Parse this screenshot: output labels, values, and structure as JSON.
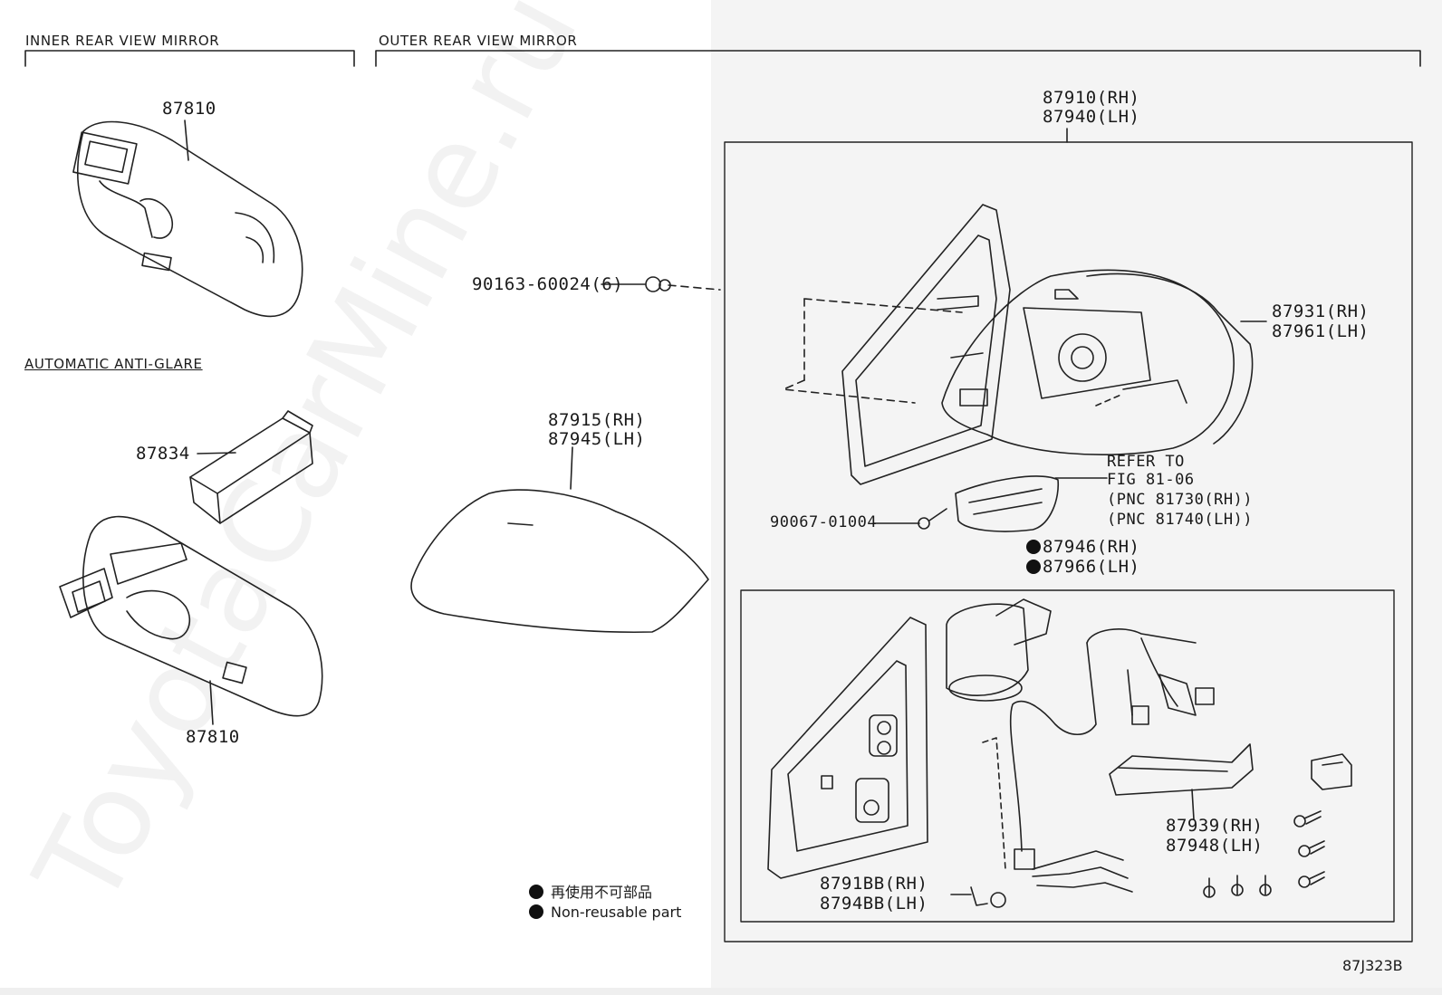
{
  "sections": {
    "inner": "INNER REAR VIEW MIRROR",
    "outer": "OUTER REAR VIEW MIRROR",
    "auto": "AUTOMATIC ANTI-GLARE"
  },
  "watermark": "ToyotaCarMine.ru",
  "parts": {
    "p87810a": "87810",
    "p87810b": "87810",
    "p87834": "87834",
    "p87915": "87915(RH)",
    "p87945": "87945(LH)",
    "p90163": "90163-60024(6)",
    "p87910": "87910(RH)",
    "p87940": "87940(LH)",
    "p87931": "87931(RH)",
    "p87961": "87961(LH)",
    "refer1": "REFER TO",
    "refer2": "FIG 81-06",
    "refer3": "(PNC 81730(RH))",
    "refer4": "(PNC 81740(LH))",
    "p90067": "90067-01004",
    "p87946": "87946(RH)",
    "p87966": "87966(LH)",
    "p87939": "87939(RH)",
    "p87948": "87948(LH)",
    "p8791BB": "8791BB(RH)",
    "p8794BB": "8794BB(LH)"
  },
  "legend": {
    "jp": "再使用不可部品",
    "en": "Non-reusable part"
  },
  "diagram_code": "87J323B"
}
